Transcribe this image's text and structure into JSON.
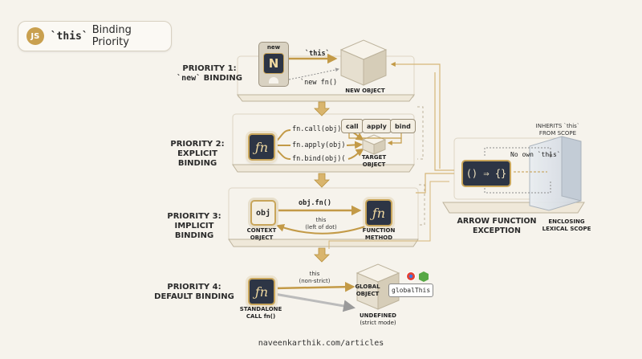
{
  "header": {
    "badge": "JS",
    "title_code": "`this`",
    "title_rest": "Binding Priority"
  },
  "p1": {
    "label_line1": "PRIORITY 1:",
    "label_line2_code": "`new`",
    "label_line2_rest": " BINDING",
    "tile_caption": "new",
    "tile_letter": "N",
    "this_label": "`this`",
    "call_label": "`new fn()",
    "object_caption": "NEW OBJECT"
  },
  "p2": {
    "label_line1": "PRIORITY 2:",
    "label_line2": "EXPLICIT BINDING",
    "fn_symbol": "ƒn",
    "calls": [
      "fn.call(obj)",
      "fn.apply(obj)",
      "fn.bind(obj)("
    ],
    "chips": [
      "call",
      "apply",
      "bind"
    ],
    "target_line1": "TARGET",
    "target_line2": "OBJECT"
  },
  "p3": {
    "label_line1": "PRIORITY 3:",
    "label_line2": "IMPLICIT BINDING",
    "obj_text": "obj",
    "call_label": "obj.fn()",
    "this_text": "this",
    "this_sub": "(left of dot)",
    "context_line1": "CONTEXT",
    "context_line2": "OBJECT",
    "method_line1": "FUNCTION",
    "method_line2": "METHOD",
    "fn_symbol": "ƒn"
  },
  "p4": {
    "label_line1": "PRIORITY 4:",
    "label_line2": "DEFAULT BINDING",
    "fn_symbol": "ƒn",
    "this_text": "this",
    "this_sub": "(non-strict)",
    "standalone_line1": "STANDALONE",
    "standalone_line2": "CALL fn()",
    "global_line1": "GLOBAL",
    "global_line2": "OBJECT",
    "global_this": "globalThis",
    "undefined_line1": "UNDEFINED",
    "undefined_line2": "(strict mode)"
  },
  "arrow": {
    "tile_text": "() ⇒ {}",
    "no_own": "No own `this`",
    "inherits_line1": "INHERITS `this`",
    "inherits_line2": "FROM SCOPE",
    "title_line1": "ARROW FUNCTION",
    "title_line2": "EXCEPTION",
    "scope_line1": "ENCLOSING",
    "scope_line2": "LEXICAL SCOPE"
  },
  "footer": {
    "url": "naveenkarthik.com/articles"
  },
  "colors": {
    "gold": "#c8a55a",
    "dark": "#2d3545",
    "paper": "#f6f3ec"
  }
}
